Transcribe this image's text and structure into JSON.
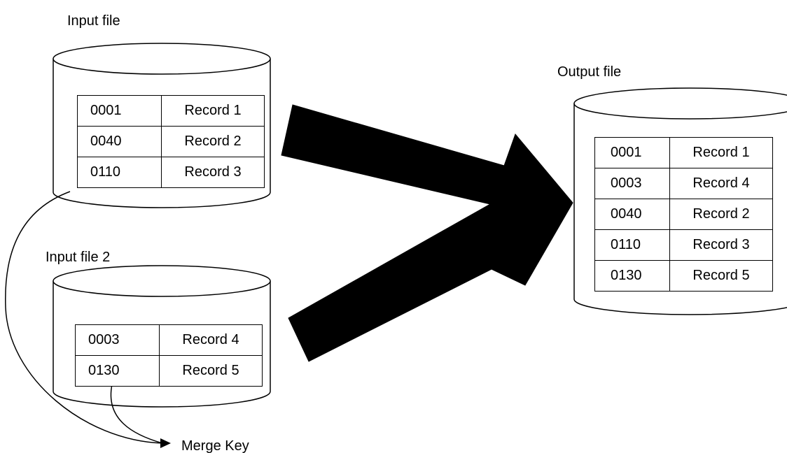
{
  "labels": {
    "input_file_1": "Input file",
    "input_file_2": "Input file 2",
    "output_file": "Output file",
    "merge_key": "Merge Key"
  },
  "input_file_1": {
    "rows": [
      {
        "key": "0001",
        "record": "Record 1"
      },
      {
        "key": "0040",
        "record": "Record 2"
      },
      {
        "key": "0110",
        "record": "Record 3"
      }
    ]
  },
  "input_file_2": {
    "rows": [
      {
        "key": "0003",
        "record": "Record 4"
      },
      {
        "key": "0130",
        "record": "Record 5"
      }
    ]
  },
  "output_file": {
    "rows": [
      {
        "key": "0001",
        "record": "Record 1"
      },
      {
        "key": "0003",
        "record": "Record 4"
      },
      {
        "key": "0040",
        "record": "Record 2"
      },
      {
        "key": "0110",
        "record": "Record 3"
      },
      {
        "key": "0130",
        "record": "Record 5"
      }
    ]
  },
  "colors": {
    "stroke": "#000000",
    "fill": "#ffffff",
    "arrow": "#000000"
  }
}
